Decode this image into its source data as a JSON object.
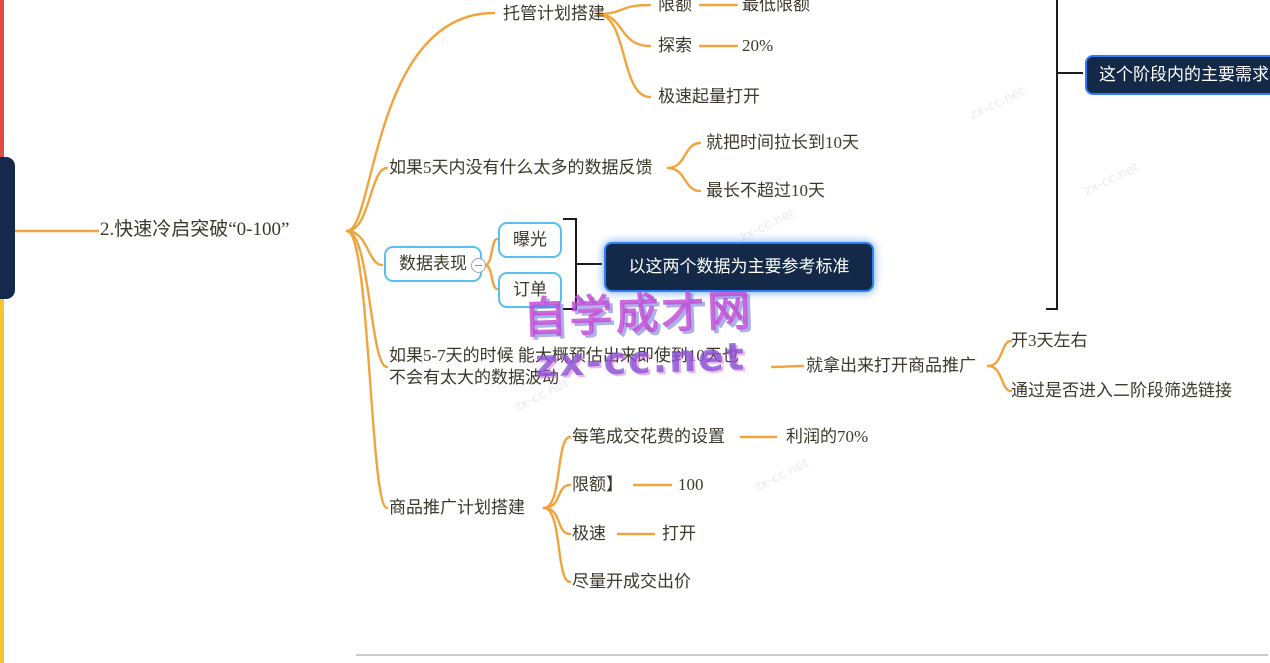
{
  "colors": {
    "branch_line": "#f0a440",
    "blue_box_border": "#57c0f0",
    "navy_box_bg": "#132947",
    "navy_box_border": "#2e7ef7",
    "text": "#3c382c",
    "red_edge": "#e04b44",
    "yellow_edge": "#f7c32f",
    "watermark_magenta": "#c148d4",
    "bracket": "#1d1d1d"
  },
  "icons": {
    "collapse": "minus-icon"
  },
  "main_topic": "2.快速冷启突破“0-100”",
  "hosting": {
    "label": "托管计划搭建",
    "children": [
      {
        "label": "限额",
        "value": "最低限额"
      },
      {
        "label": "探索",
        "value": "20%"
      },
      {
        "label": "极速起量打开",
        "value": ""
      }
    ]
  },
  "five_days": {
    "label": "如果5天内没有什么太多的数据反馈",
    "children": [
      "就把时间拉长到10天",
      "最长不超过10天"
    ]
  },
  "data_performance": {
    "label": "数据表现",
    "exposure": "曝光",
    "orders": "订单",
    "summary": "以这两个数据为主要参考标准"
  },
  "five_seven": {
    "line1": "如果5-7天的时候  能大概预估出来即使到10天也",
    "line2": "不会有太大的数据波动",
    "child": {
      "label": "就拿出来打开商品推广",
      "children": [
        "开3天左右",
        "通过是否进入二阶段筛选链接"
      ]
    }
  },
  "promotion_plan": {
    "label": "商品推广计划搭建",
    "children": [
      {
        "label": "每笔成交花费的设置",
        "value": "利润的70%"
      },
      {
        "label": "限额】",
        "value": "100"
      },
      {
        "label": "极速",
        "value": "打开"
      },
      {
        "label": "尽量开成交出价",
        "value": ""
      }
    ]
  },
  "stage_note": "这个阶段内的主要需求",
  "watermark": {
    "line1": "自学成才网",
    "line2": "zx-cc.net",
    "tile": "zx-cc.net"
  }
}
